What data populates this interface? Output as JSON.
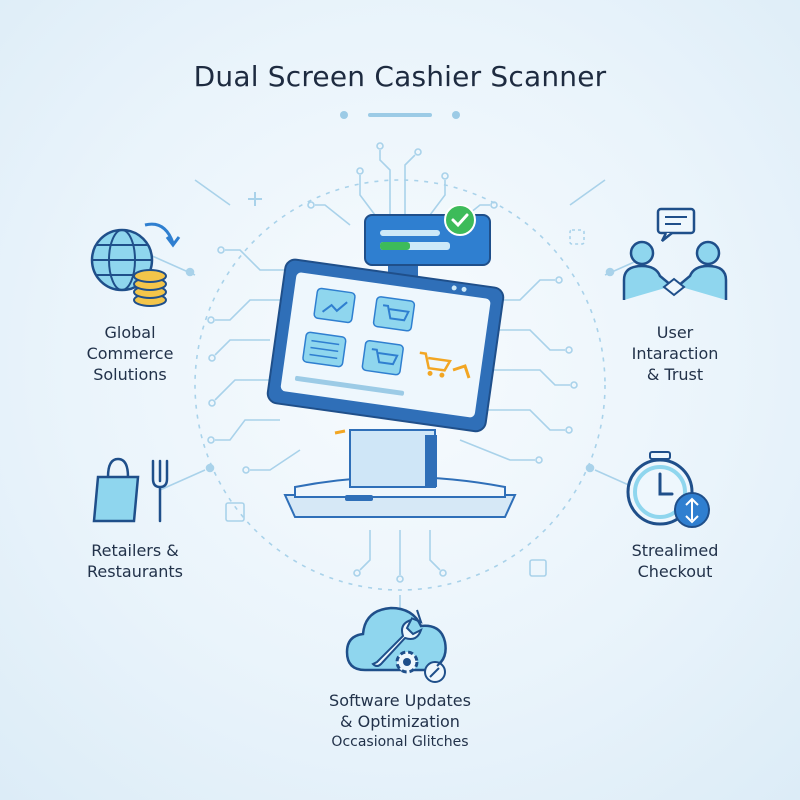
{
  "title": "Dual Screen Cashier Scanner",
  "colors": {
    "accent_blue": "#2f7fd0",
    "navy": "#1f4f8a",
    "light_blue": "#8fd6ee",
    "cyan_fill": "#7fd3ec",
    "orange": "#f2a623",
    "gold": "#f3c54a",
    "green_check": "#3dbb5a",
    "line_blue": "#9ccbe6",
    "background": "#eaf4fb"
  },
  "features": {
    "global": {
      "lines": [
        "Global",
        "Commerce",
        "Solutions"
      ],
      "icon": "globe-coins-icon"
    },
    "retail": {
      "lines": [
        "Retailers &",
        "Restaurants"
      ],
      "icon": "shopping-bag-fork-icon"
    },
    "user": {
      "lines": [
        "User",
        "Intaraction",
        "& Trust"
      ],
      "icon": "handshake-people-icon"
    },
    "checkout": {
      "lines": [
        "Strealimed",
        "Checkout"
      ],
      "icon": "stopwatch-icon"
    },
    "software": {
      "lines": [
        "Software Updates",
        "& Optimization",
        "Occasional Glitches"
      ],
      "icon": "cloud-gear-icon"
    }
  },
  "center_device": {
    "icon": "pos-terminal-icon"
  }
}
